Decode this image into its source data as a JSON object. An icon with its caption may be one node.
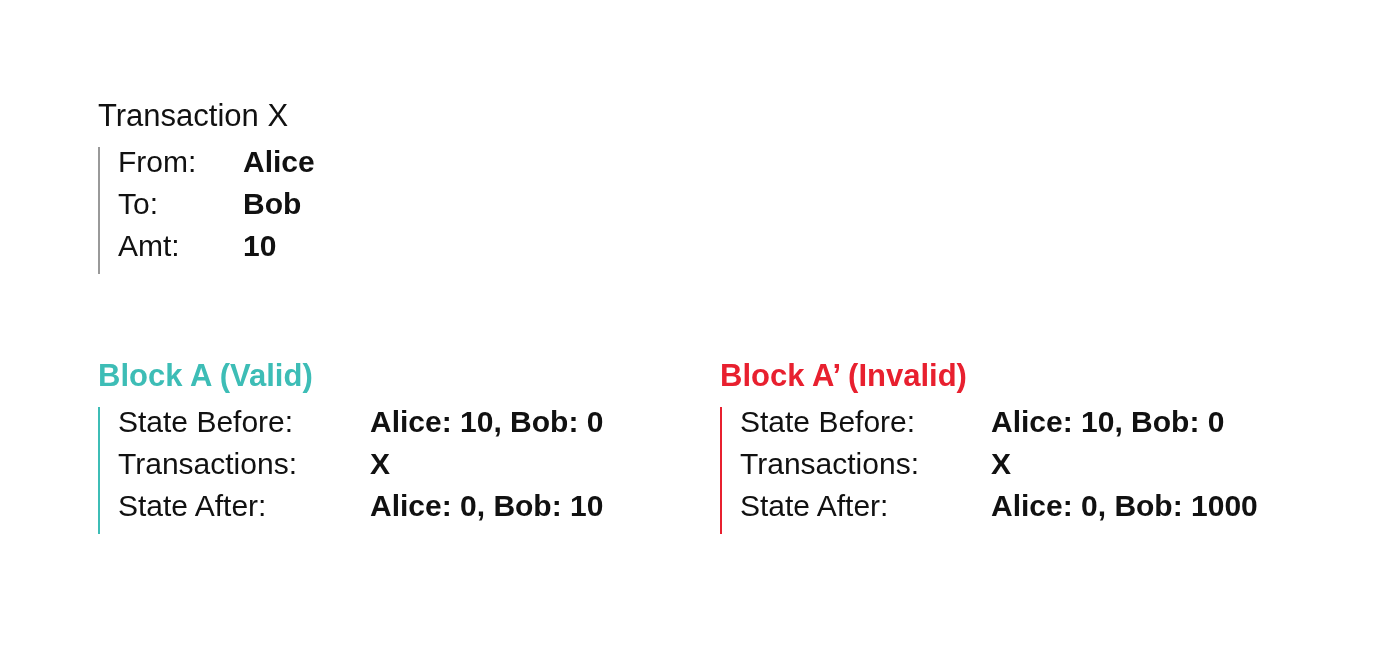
{
  "diagram": {
    "nodes": [
      {
        "text": [
          "Transaction X",
          "From:",
          "Alice",
          "To:",
          "Bob",
          "Amt:",
          "10"
        ]
      },
      {
        "text": [
          "Block A (Valid)",
          "State Before:",
          "Alice: 10, Bob: 0",
          "Transactions:",
          "X",
          "State After:",
          "Alice: 0, Bob: 10"
        ]
      },
      {
        "text": [
          "Block A’ (Invalid)",
          "State Before:",
          "Alice: 10, Bob: 0",
          "Transactions:",
          "X",
          "State After:",
          "Alice: 0, Bob: 1000"
        ]
      }
    ],
    "edges": []
  }
}
